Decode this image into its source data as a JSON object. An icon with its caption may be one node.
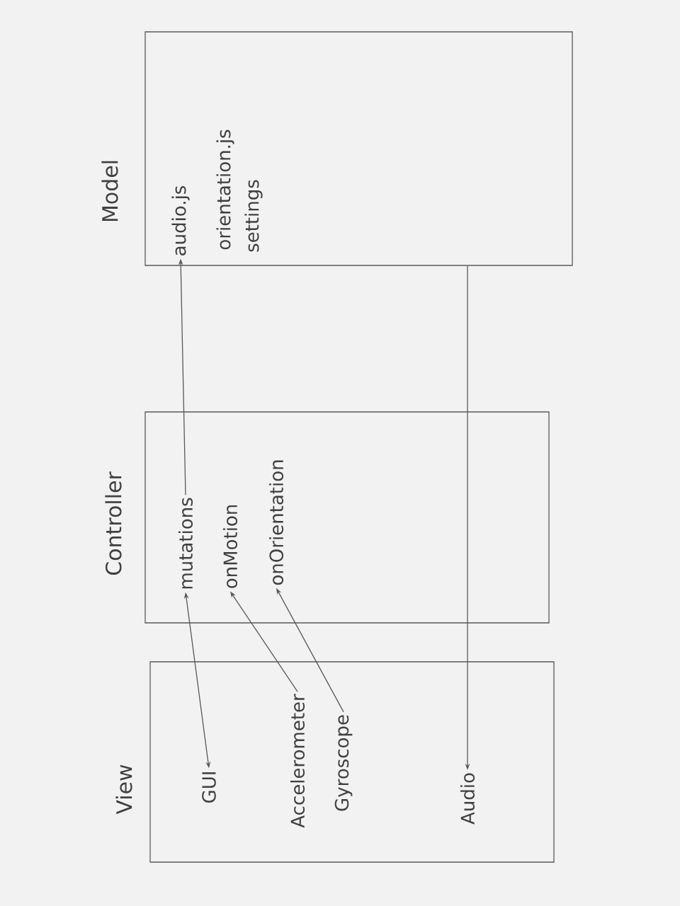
{
  "diagram": {
    "nodes": [
      {
        "text": [
          "View"
        ]
      },
      {
        "text": [
          "GUI"
        ],
        "in": 0
      },
      {
        "text": [
          "Accelerometer"
        ],
        "in": 0
      },
      {
        "text": [
          "Gyroscope"
        ],
        "in": 0
      },
      {
        "text": [
          "Audio"
        ],
        "in": 0
      },
      {
        "text": [
          "Controller"
        ]
      },
      {
        "text": [
          "mutations"
        ],
        "in": 5
      },
      {
        "text": [
          "onMotion"
        ],
        "in": 5
      },
      {
        "text": [
          "onOrientation"
        ],
        "in": 5
      },
      {
        "text": [
          "Model"
        ]
      },
      {
        "text": [
          "audio.js"
        ],
        "in": 9
      },
      {
        "text": [
          "orientation.js"
        ],
        "in": 9
      },
      {
        "text": [
          "settings"
        ],
        "in": 9
      }
    ],
    "edges": [
      {
        "from": 1,
        "to": 6,
        "arrow": "both"
      },
      {
        "from": 2,
        "to": 7,
        "arrow": "to"
      },
      {
        "from": 3,
        "to": 8,
        "arrow": "to"
      },
      {
        "from": 6,
        "to": 10,
        "arrow": "to"
      },
      {
        "from": 9,
        "to": 4,
        "arrow": "to"
      }
    ]
  }
}
